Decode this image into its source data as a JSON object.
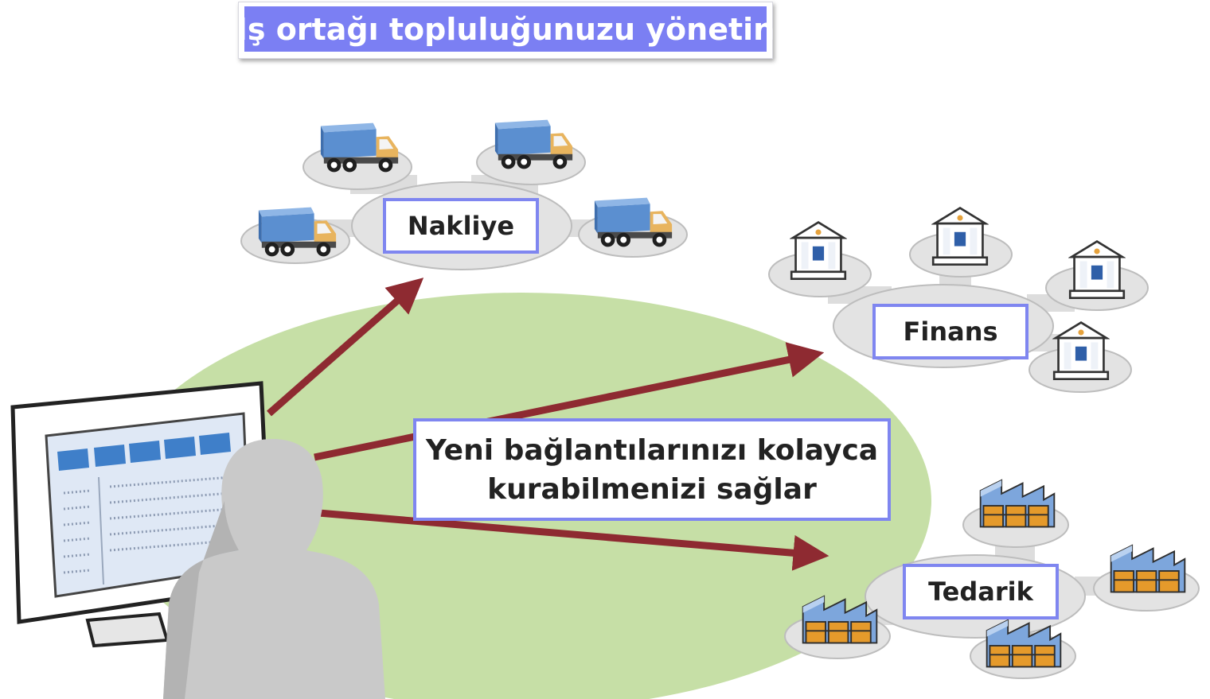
{
  "title": "İş ortağı topluluğunuzu yönetin",
  "groups": [
    {
      "label": "Nakliye",
      "icon": "truck-icon"
    },
    {
      "label": "Finans",
      "icon": "bank-icon"
    },
    {
      "label": "Tedarik",
      "icon": "factory-icon"
    }
  ],
  "center_text": {
    "line1": "Yeni bağlantılarınızı kolayca",
    "line2": "kurabilmenizi sağlar"
  },
  "colors": {
    "title_bg": "#7b7ff3",
    "label_border": "#7f86f0",
    "ellipse": "#c6dfa6",
    "arrow": "#8e2a31",
    "platform": "#e3e3e3",
    "person": "#c9c9c9",
    "truck_box": "#5b8fd0",
    "truck_cab": "#e8b45e",
    "factory_wall": "#7da6dc",
    "factory_door": "#e59a2b"
  }
}
